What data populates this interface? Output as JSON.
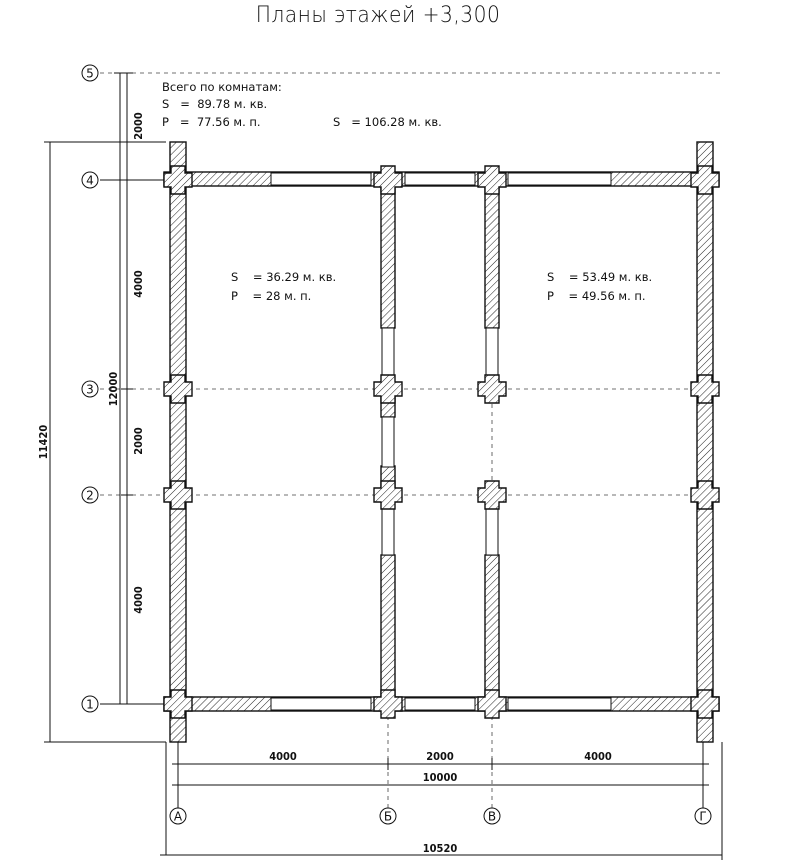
{
  "title": "Планы этажей +3,300",
  "summary": {
    "header": "Всего по комнатам:",
    "line_s": "S   =  89.78 м. кв.",
    "line_p": "P   =  77.56 м. п.",
    "line_s2": "S   = 106.28 м. кв."
  },
  "rooms": {
    "left": {
      "s": "S    = 36.29 м. кв.",
      "p": "P    = 28 м. п."
    },
    "right": {
      "s": "S    = 53.49 м. кв.",
      "p": "P    = 49.56 м. п."
    }
  },
  "axes": {
    "rows": [
      "5",
      "4",
      "3",
      "2",
      "1"
    ],
    "cols": [
      "А",
      "Б",
      "В",
      "Г"
    ]
  },
  "dimensions": {
    "left_outer": "11420",
    "left_total": "12000",
    "left_segments": [
      "2000",
      "4000",
      "2000",
      "4000"
    ],
    "bottom_segments": [
      "4000",
      "2000",
      "4000"
    ],
    "bottom_total": "10000",
    "bottom_outer": "10520"
  }
}
